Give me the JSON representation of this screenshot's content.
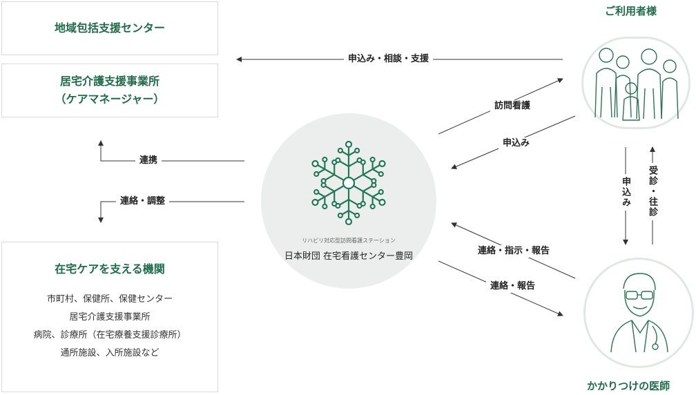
{
  "left": {
    "box1": {
      "title": "地域包括支援センター"
    },
    "box2": {
      "title_line1": "居宅介護支援事業所",
      "title_line2": "（ケアマネージャー）"
    },
    "box3": {
      "title": "在宅ケアを支える機関",
      "lines": [
        "市町村、保健所、保健センター",
        "居宅介護支援事業所",
        "病院、診療所（在宅療養支援診療所）",
        "通所施設、入所施設など"
      ]
    }
  },
  "center": {
    "subtitle": "リハビリ対応型訪問看護ステーション",
    "name": "日本財団 在宅看護センター豊岡"
  },
  "right": {
    "users_title": "ご利用者様",
    "doctor_title": "かかりつけの医師"
  },
  "arrows": {
    "top": "申込み・相談・支援",
    "visit": "訪問看護",
    "apply": "申込み",
    "cooperation": "連携",
    "contact_adjust": "連絡・調整",
    "contact_instruction_report": "連絡・指示・報告",
    "contact_report": "連絡・報告",
    "vertical_apply": "申込み",
    "vertical_visit": "受診・往診"
  },
  "colors": {
    "accent": "#1f6b4a",
    "line": "#333333",
    "circle_bg": "#eceeed"
  }
}
